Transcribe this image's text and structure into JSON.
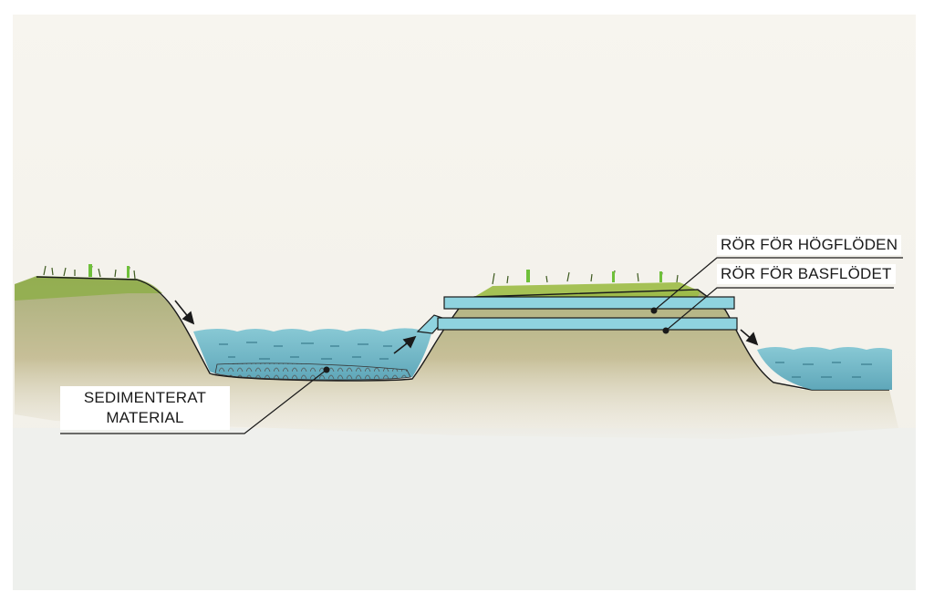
{
  "labels": {
    "high_flow_pipe": "RÖR FÖR HÖGFLÖDEN",
    "base_flow_pipe": "RÖR FÖR BASFLÖDET",
    "sediment_line1": "SEDIMENTERAT",
    "sediment_line2": "MATERIAL"
  },
  "colors": {
    "water": "#5fb3c6",
    "soil": "#b9b28a",
    "grass": "#8fae4a",
    "pipe": "#8fd3df",
    "ink": "#1a1a1a"
  }
}
